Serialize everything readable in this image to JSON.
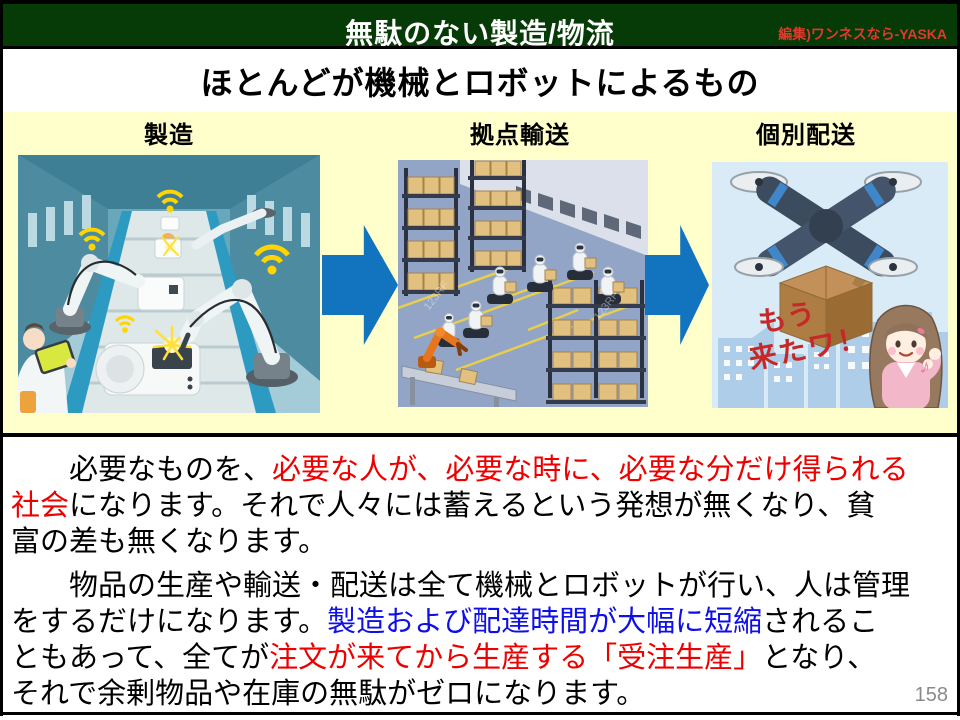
{
  "slide": {
    "header": {
      "title": "無駄のない製造/物流",
      "credit": "編集)ワンネスなら-YASKA"
    },
    "headline": "ほとんどが機械とロボットによるもの",
    "process_panel": {
      "steps": [
        {
          "label": "製造"
        },
        {
          "label": "拠点輸送"
        },
        {
          "label": "個別配送"
        }
      ],
      "watermark": "123RF",
      "drone_caption_line1": "もう",
      "drone_caption_line2": "来たワ！"
    },
    "icons": {
      "music_note": "♪"
    },
    "body": {
      "paragraphs": [
        {
          "lines": [
            {
              "segments": [
                {
                  "text": "　　必要なものを、",
                  "color": "#000000"
                },
                {
                  "text": "必要な人が、必要な時に、必要な分だけ得られる",
                  "color": "#EE0000"
                }
              ]
            },
            {
              "segments": [
                {
                  "text": "社会",
                  "color": "#EE0000"
                },
                {
                  "text": "になります。それで人々には蓄えるという発想が無くなり、貧",
                  "color": "#000000"
                }
              ]
            },
            {
              "segments": [
                {
                  "text": "富の差も無くなります。",
                  "color": "#000000"
                }
              ]
            }
          ]
        },
        {
          "lines": [
            {
              "segments": [
                {
                  "text": "　　物品の生産や輸送・配送は全て機械とロボットが行い、人は管理",
                  "color": "#000000"
                }
              ]
            },
            {
              "segments": [
                {
                  "text": "をするだけになります。",
                  "color": "#000000"
                },
                {
                  "text": "製造および配達時間が大幅に短縮",
                  "color": "#0F0FE8"
                },
                {
                  "text": "されるこ",
                  "color": "#000000"
                }
              ]
            },
            {
              "segments": [
                {
                  "text": "ともあって、全てが",
                  "color": "#000000"
                },
                {
                  "text": "注文が来てから生産する「受注生産」",
                  "color": "#EE0000"
                },
                {
                  "text": "となり、",
                  "color": "#000000"
                }
              ]
            },
            {
              "segments": [
                {
                  "text": "それで余剰物品や在庫の無駄がゼロになります。",
                  "color": "#000000"
                }
              ]
            }
          ]
        }
      ]
    },
    "page_number": "158",
    "colors": {
      "header_bg": "#063A06",
      "header_credit": "#E0392E",
      "panel_bg": "#FFFFCB",
      "arrow_blue": "#1273BE",
      "accent_red": "#EE0000",
      "accent_blue": "#0F0FE8",
      "caption_red": "#C62828"
    }
  }
}
